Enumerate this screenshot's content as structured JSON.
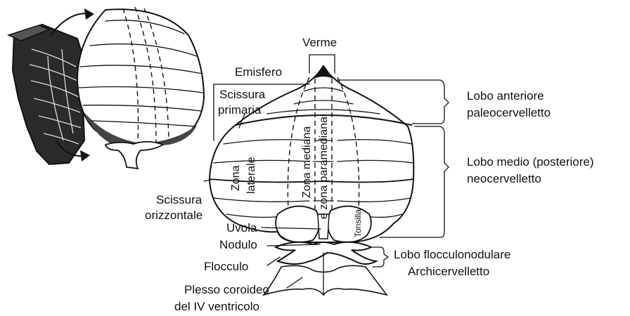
{
  "labels": {
    "verme": "Verme",
    "emisfero": "Emisfero",
    "scissura_primaria_1": "Scissura",
    "scissura_primaria_2": "primaria",
    "lobo_anteriore_1": "Lobo anteriore",
    "lobo_anteriore_2": "paleocervelletto",
    "lobo_medio_1": "Lobo medio (posteriore)",
    "lobo_medio_2": "neocervelletto",
    "scissura_orizzontale_1": "Scissura",
    "scissura_orizzontale_2": "orizzontale",
    "uvola": "Uvola",
    "nodulo": "Nodulo",
    "flocculo": "Flocculo",
    "plesso_1": "Plesso coroideo",
    "plesso_2": "del IV ventricolo",
    "lobo_flocculonodulare_1": "Lobo flocculonodulare",
    "lobo_flocculonodulare_2": "Archicervelletto",
    "zona_laterale_1": "Zona",
    "zona_laterale_2": "laterale",
    "zona_mediana_1": "Zona mediana",
    "zona_mediana_2": "e zona paramediana",
    "tonsilla": "Tonsilla"
  }
}
